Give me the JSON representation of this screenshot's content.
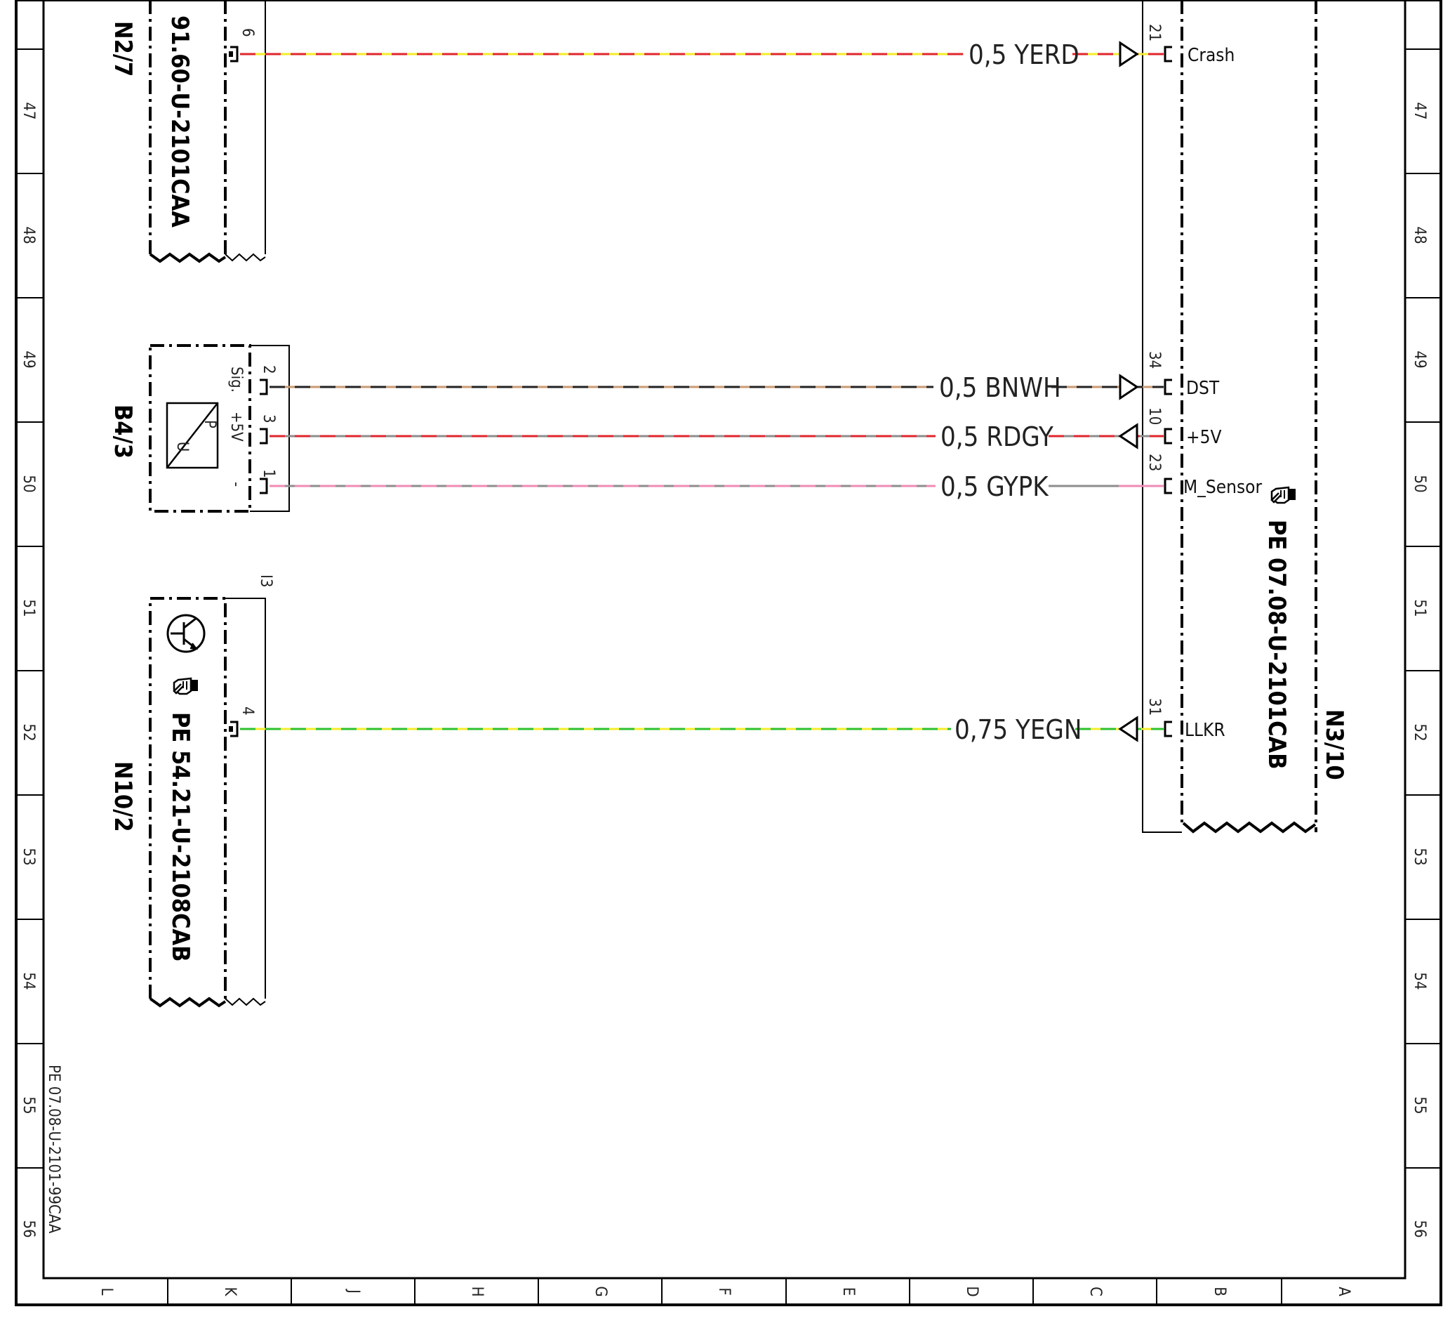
{
  "frame": {
    "row_numbers": [
      "47",
      "48",
      "49",
      "50",
      "51",
      "52",
      "53",
      "54",
      "55",
      "56"
    ],
    "column_letters": [
      "L",
      "K",
      "J",
      "H",
      "G",
      "F",
      "E",
      "D",
      "C",
      "B",
      "A"
    ],
    "footer_ref": "PE 07.08-U-2101-99CAA"
  },
  "components": {
    "n2_7": {
      "name": "N2/7",
      "ref": "91.60-U-2101CAA"
    },
    "b4_3": {
      "name": "B4/3",
      "sig_label": "Sig.",
      "plus5_label": "+5V",
      "minus_label": "-",
      "sensor_p": "P",
      "sensor_u": "U"
    },
    "n10_2": {
      "name": "N10/2",
      "ref": "PE 54.21-U-2108CAB",
      "connector": "I3"
    },
    "n3_10": {
      "name": "N3/10",
      "ref": "PE 07.08-U-2101CAB"
    }
  },
  "wires": [
    {
      "from_pin": "6",
      "to_pin": "21",
      "label": "0,5 YERD",
      "signal": "Crash",
      "color_a": "#f5ec2a",
      "color_b": "#e0262c"
    },
    {
      "from_pin": "2",
      "to_pin": "34",
      "label": "0,5 BNWH",
      "signal": "DST",
      "color_a": "#c99a72",
      "color_b": "#222222"
    },
    {
      "from_pin": "3",
      "to_pin": "10",
      "label": "0,5 RDGY",
      "signal": "+5V",
      "color_a": "#8d8d8d",
      "color_b": "#e0262c"
    },
    {
      "from_pin": "1",
      "to_pin": "23",
      "label": "0,5 GYPK",
      "signal": "M_Sensor",
      "color_a": "#8d8d8d",
      "color_b": "#f08ab4"
    },
    {
      "from_pin": "4",
      "to_pin": "31",
      "label": "0,75 YEGN",
      "signal": "LLKR",
      "color_a": "#f5ec2a",
      "color_b": "#2dc12d"
    }
  ]
}
